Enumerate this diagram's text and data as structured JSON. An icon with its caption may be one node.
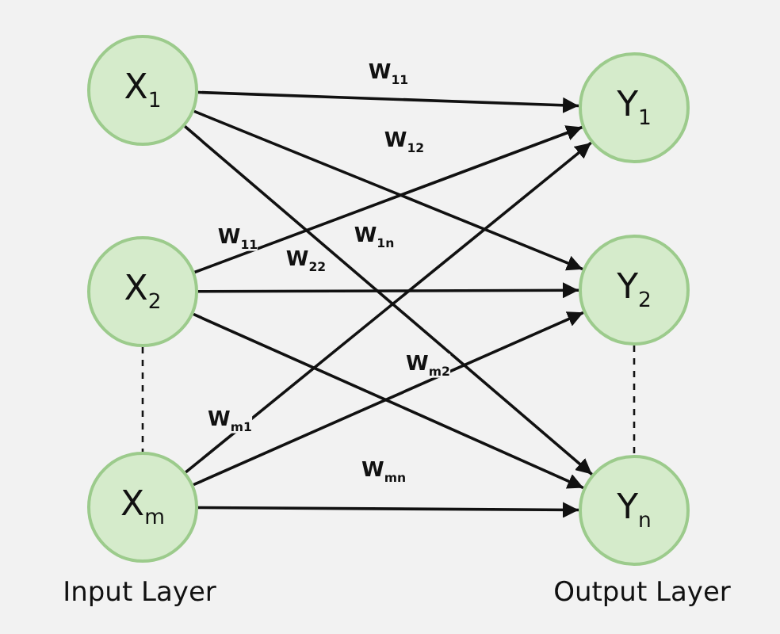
{
  "diagram": {
    "nodes": [
      {
        "text": [
          "X$_{1}$"
        ]
      },
      {
        "text": [
          "X$_{2}$"
        ]
      },
      {
        "text": [
          "X$_{m}$"
        ]
      },
      {
        "text": [
          "Y$_{1}$"
        ]
      },
      {
        "text": [
          "Y$_{2}$"
        ]
      },
      {
        "text": [
          "Y$_{n}$"
        ]
      }
    ],
    "edges": [
      {
        "from": 0,
        "to": 3,
        "arrow": "to",
        "label": "W$_{11}$"
      },
      {
        "from": 0,
        "to": 4,
        "arrow": "to",
        "label": "W$_{12}$"
      },
      {
        "from": 0,
        "to": 5,
        "arrow": "to",
        "label": "W$_{1n}$"
      },
      {
        "from": 1,
        "to": 3,
        "arrow": "to",
        "label": "W$_{11}$"
      },
      {
        "from": 1,
        "to": 4,
        "arrow": "to",
        "label": "W$_{22}$"
      },
      {
        "from": 1,
        "to": 5,
        "arrow": "to"
      },
      {
        "from": 2,
        "to": 3,
        "arrow": "to",
        "label": "W$_{m1}$"
      },
      {
        "from": 2,
        "to": 4,
        "arrow": "to",
        "label": "W$_{m2}$"
      },
      {
        "from": 2,
        "to": 5,
        "arrow": "to",
        "label": "W$_{mn}$"
      },
      {
        "from": 1,
        "to": 2,
        "arrow": "none",
        "style": "dashed"
      },
      {
        "from": 4,
        "to": 5,
        "arrow": "none",
        "style": "dashed"
      }
    ],
    "labels": [
      "Input Layer",
      "Output Layer"
    ]
  }
}
